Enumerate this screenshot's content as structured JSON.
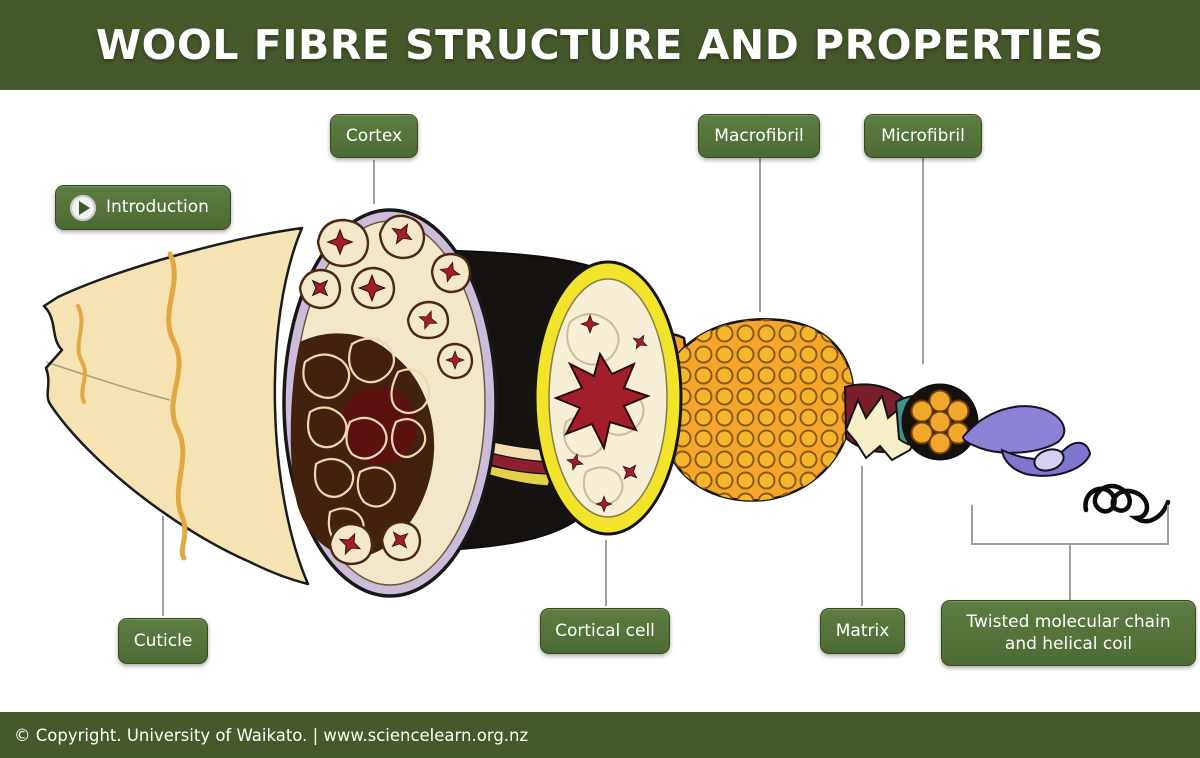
{
  "title": "WOOL FIBRE STRUCTURE AND PROPERTIES",
  "intro": {
    "label": "Introduction",
    "icon": "play-icon"
  },
  "labels": {
    "cortex": "Cortex",
    "macrofibril": "Macrofibril",
    "microfibril": "Microfibril",
    "cuticle": "Cuticle",
    "cortical_cell": "Cortical cell",
    "matrix": "Matrix",
    "twisted_line1": "Twisted molecular chain",
    "twisted_line2": "and helical coil"
  },
  "footer": "© Copyright. University of Waikato. | www.sciencelearn.org.nz",
  "colors": {
    "header-bg": "#46592b",
    "label-bg": "#4d6a33",
    "label-bg-light": "#5d7d42",
    "cuticle": "#f6e3b4",
    "scale-orange": "#e2a93f",
    "cortex-ring": "#cbbcdc",
    "cell-cream": "#f3e7c9",
    "cell-brown": "#42220f",
    "star-red": "#a31e2b",
    "cortical-yellow": "#f2e32b",
    "macrofibril-orange": "#f5a62a",
    "fibril-dot": "#f6b62c",
    "matrix-cream": "#f7efc8",
    "teal": "#3d8f8e",
    "chain-purple": "#8b82d6",
    "coil": "#0b0b0b"
  }
}
